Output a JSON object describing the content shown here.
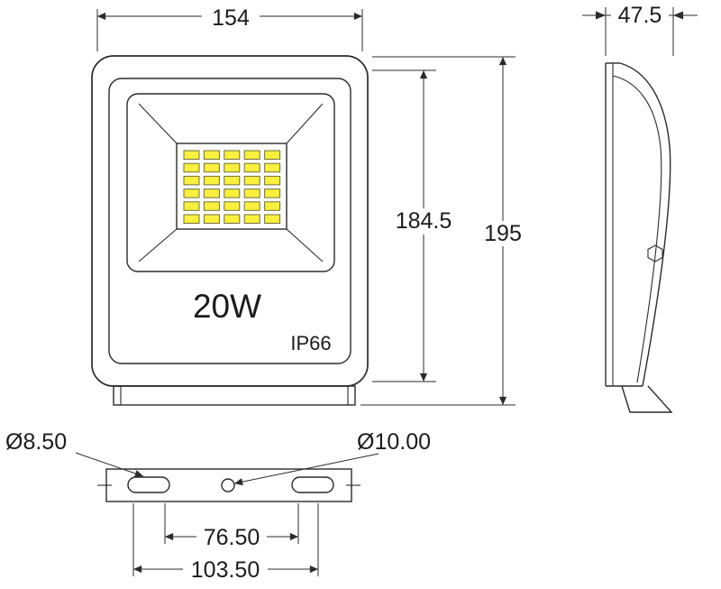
{
  "front": {
    "wattage": "20W",
    "ip_rating": "IP66"
  },
  "dims": {
    "width": "154",
    "depth": "47.5",
    "face_height": "184.5",
    "total_height": "195",
    "slot_diameter": "Ø8.50",
    "hole_diameter": "Ø10.00",
    "span_inner": "76.50",
    "span_outer": "103.50"
  },
  "led_grid": {
    "columns": 5,
    "rows": 6
  },
  "colors": {
    "line": "#2b2b2b",
    "led_fill": "#f9ef3e",
    "led_stroke": "#70703e"
  }
}
